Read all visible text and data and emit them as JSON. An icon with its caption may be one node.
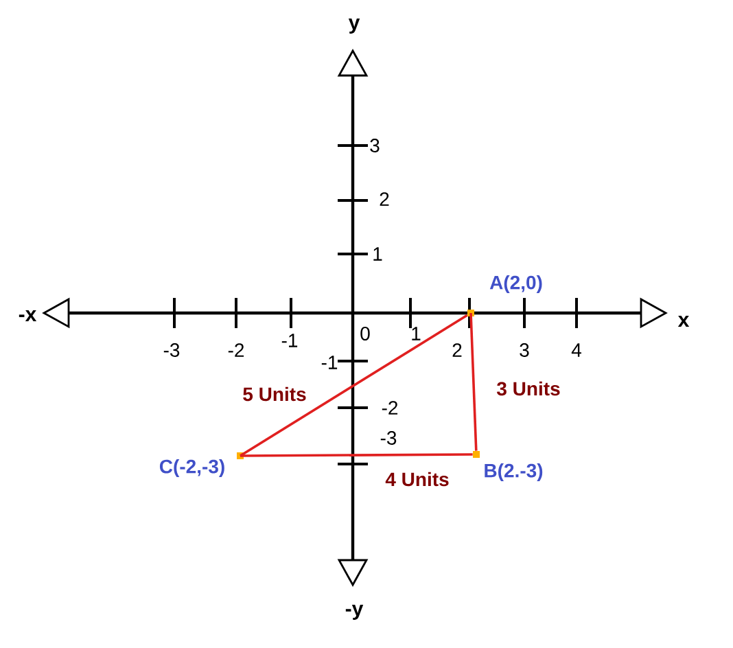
{
  "diagram": {
    "nodes": [
      {
        "text": [],
        "shape": "box",
        "beside": [
          "A(2,0)"
        ]
      },
      {
        "text": [],
        "shape": "box",
        "beside": [
          "B(2.-3)"
        ]
      },
      {
        "text": [],
        "shape": "box",
        "beside": [
          "C(-2,-3)"
        ]
      }
    ],
    "edges": [
      {
        "from": 0,
        "to": 1,
        "arrow": "none",
        "label": "3 Units"
      },
      {
        "from": 2,
        "to": 1,
        "arrow": "none",
        "label": "4 Units"
      },
      {
        "from": 2,
        "to": 0,
        "arrow": "none",
        "label": "5 Units"
      }
    ],
    "labels": [
      "y",
      "3",
      "2",
      "1",
      "-x",
      "-3",
      "-2",
      "-1",
      "0",
      "1",
      "2",
      "3",
      "4",
      "x",
      "-1",
      "-2",
      "-3",
      "-y"
    ]
  }
}
